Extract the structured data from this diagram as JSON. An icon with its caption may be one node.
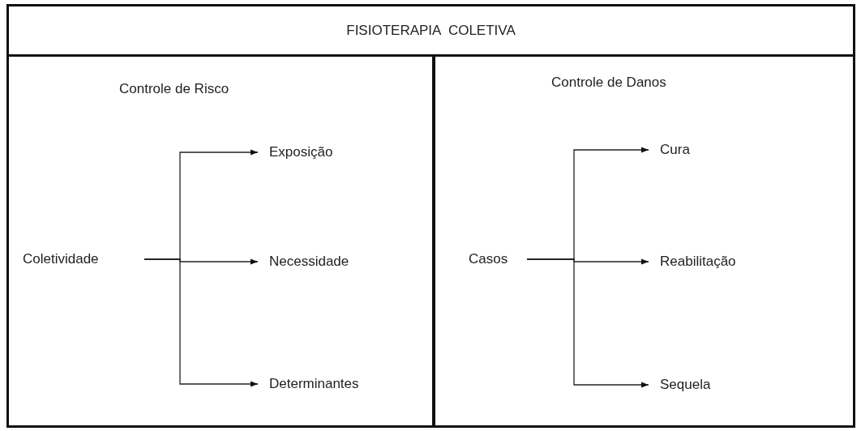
{
  "diagram": {
    "title": "FISIOTERAPIA  COLETIVA",
    "nodes": [
      {
        "text": [
          "Controle de Risco"
        ]
      },
      {
        "text": [
          "Coletividade"
        ],
        "in": 0
      },
      {
        "text": [
          "Exposição"
        ],
        "in": 0
      },
      {
        "text": [
          "Necessidade"
        ],
        "in": 0
      },
      {
        "text": [
          "Determinantes"
        ],
        "in": 0
      },
      {
        "text": [
          "Controle de Danos"
        ]
      },
      {
        "text": [
          "Casos"
        ],
        "in": 5
      },
      {
        "text": [
          "Cura"
        ],
        "in": 5
      },
      {
        "text": [
          "Reabilitação"
        ],
        "in": 5
      },
      {
        "text": [
          "Sequela"
        ],
        "in": 5
      }
    ],
    "edges": [
      {
        "from": 1,
        "to": 2,
        "arrow": "to"
      },
      {
        "from": 1,
        "to": 3,
        "arrow": "to"
      },
      {
        "from": 1,
        "to": 4,
        "arrow": "to"
      },
      {
        "from": 6,
        "to": 7,
        "arrow": "to"
      },
      {
        "from": 6,
        "to": 8,
        "arrow": "to"
      },
      {
        "from": 6,
        "to": 9,
        "arrow": "to"
      }
    ]
  }
}
